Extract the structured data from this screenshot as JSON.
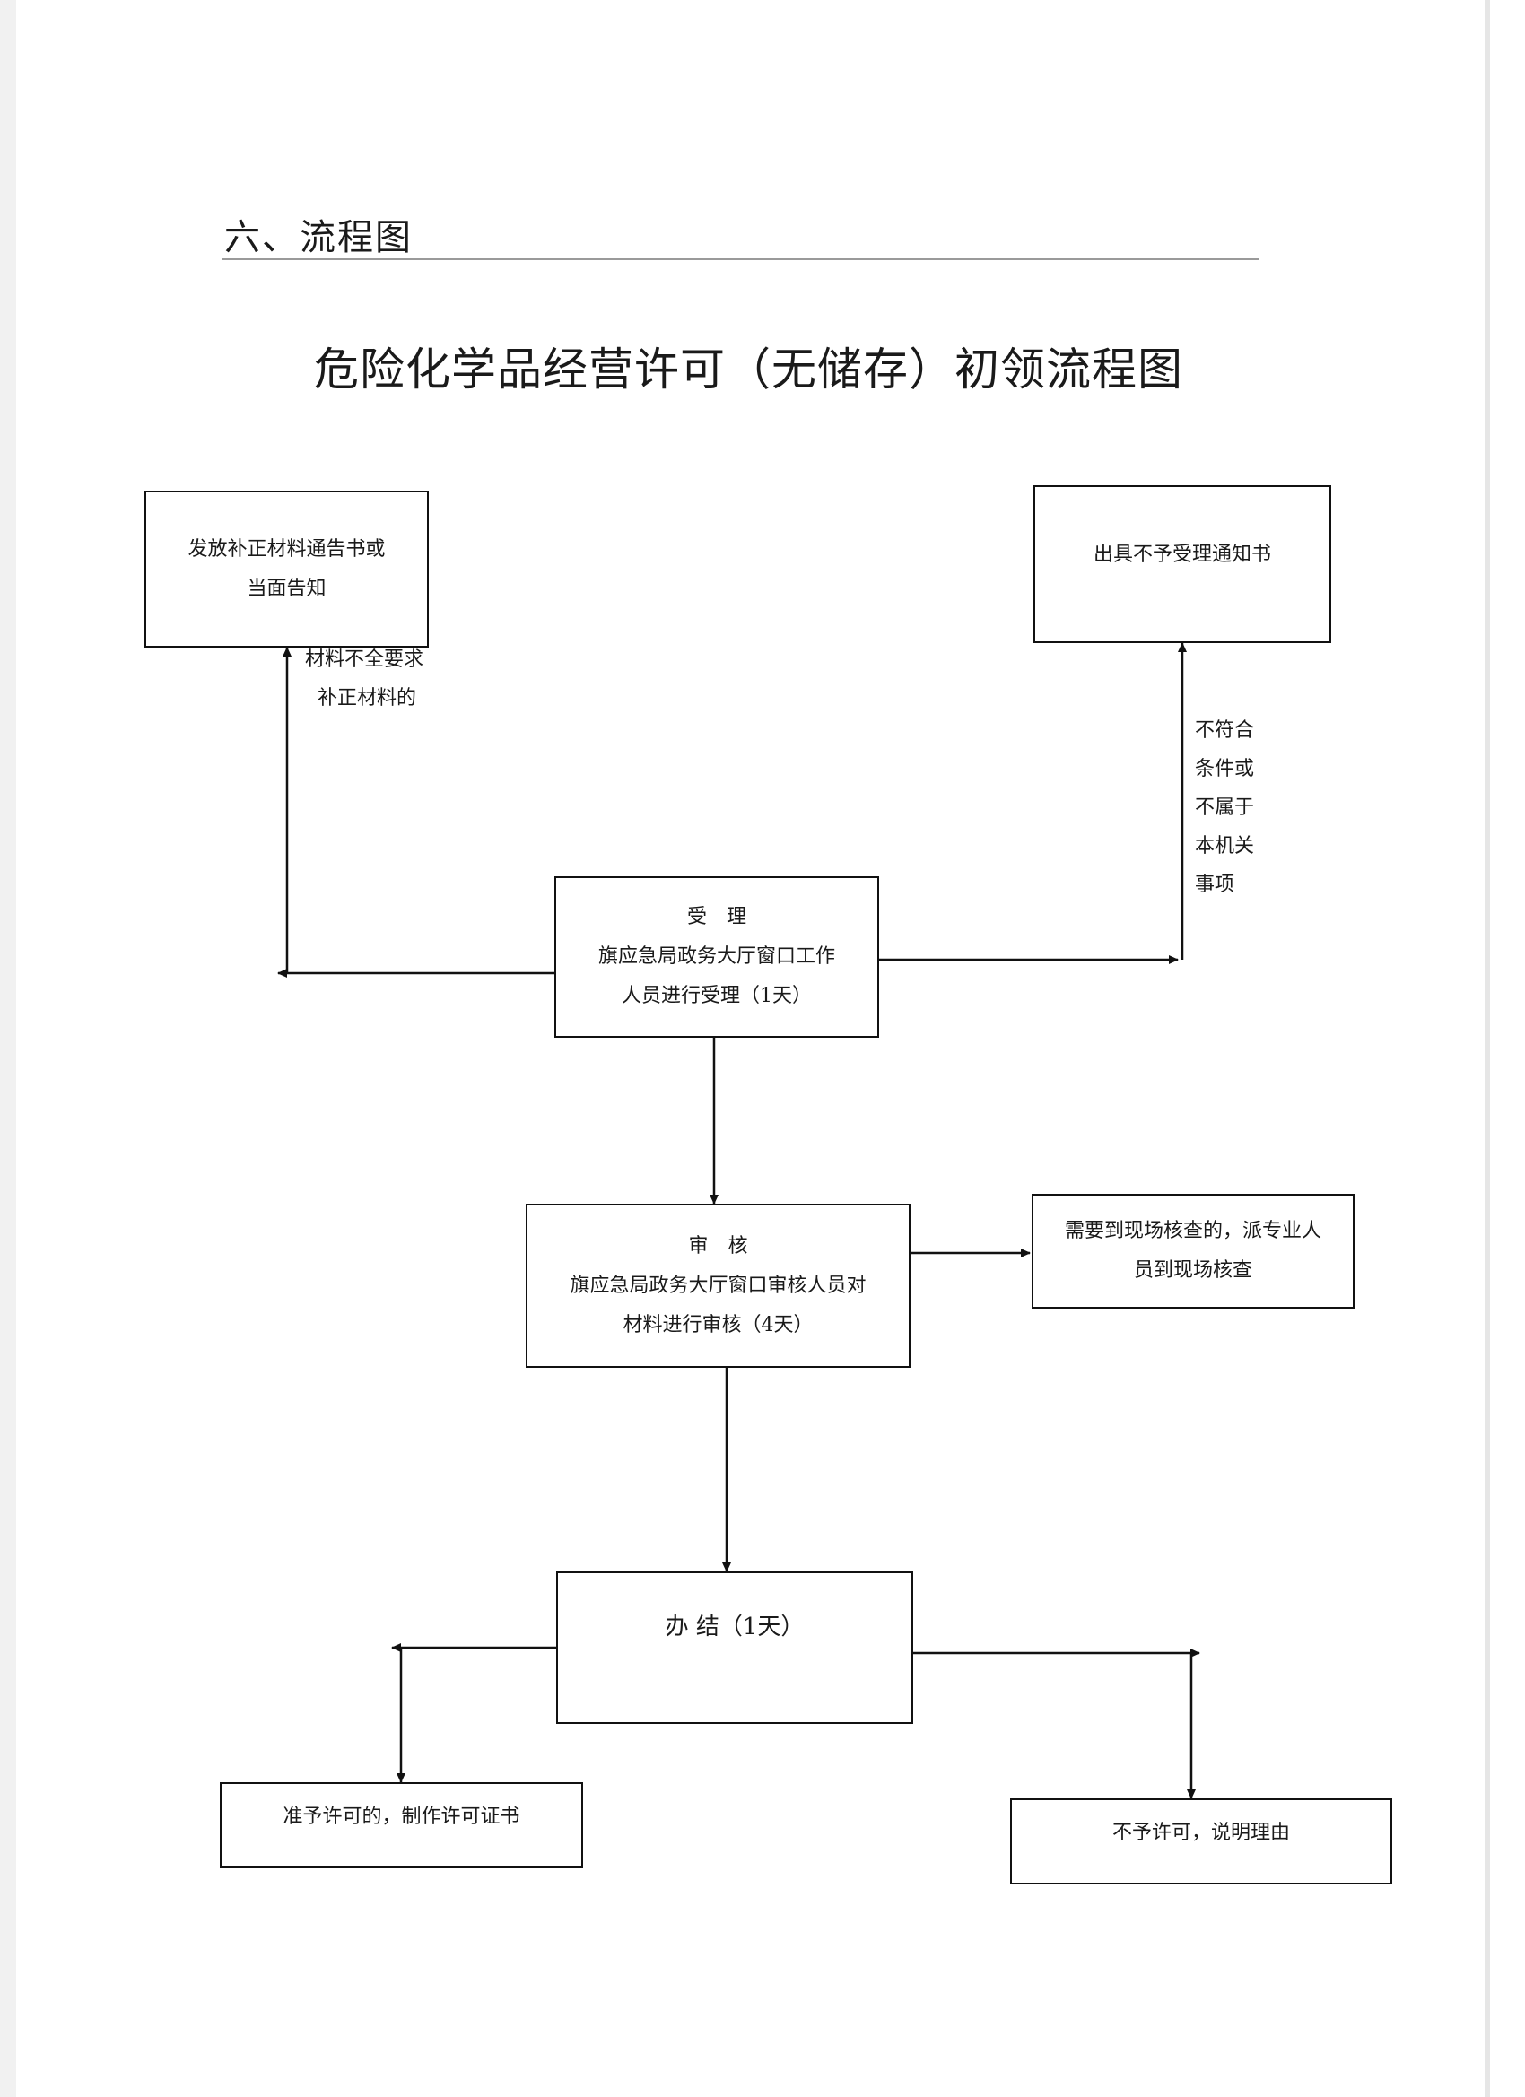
{
  "section": {
    "heading": "六、流程图"
  },
  "title": "危险化学品经营许可（无储存）初领流程图",
  "nodes": {
    "notify": {
      "lines": [
        "发放补正材料通告书或",
        "当面告知"
      ]
    },
    "reject_accept": {
      "lines": [
        "出具不予受理通知书"
      ]
    },
    "accept": {
      "lines": [
        "受　理",
        "旗应急局政务大厅窗口工作",
        "人员进行受理（1天）"
      ]
    },
    "review": {
      "lines": [
        "审　核",
        "旗应急局政务大厅窗口审核人员对",
        "材料进行审核（4天）"
      ]
    },
    "inspect": {
      "lines": [
        "需要到现场核查的，派专业人",
        "员到现场核查"
      ]
    },
    "conclude": {
      "lines": [
        "办 结（1天）"
      ]
    },
    "grant": {
      "lines": [
        "准予许可的，制作许可证书"
      ]
    },
    "deny": {
      "lines": [
        "不予许可，说明理由"
      ]
    }
  },
  "edge_labels": {
    "incomplete": [
      "材料不全要求",
      "补正材料的"
    ],
    "not_qualified": [
      "不符合",
      "条件或",
      "不属于",
      "本机关",
      "事项"
    ]
  }
}
